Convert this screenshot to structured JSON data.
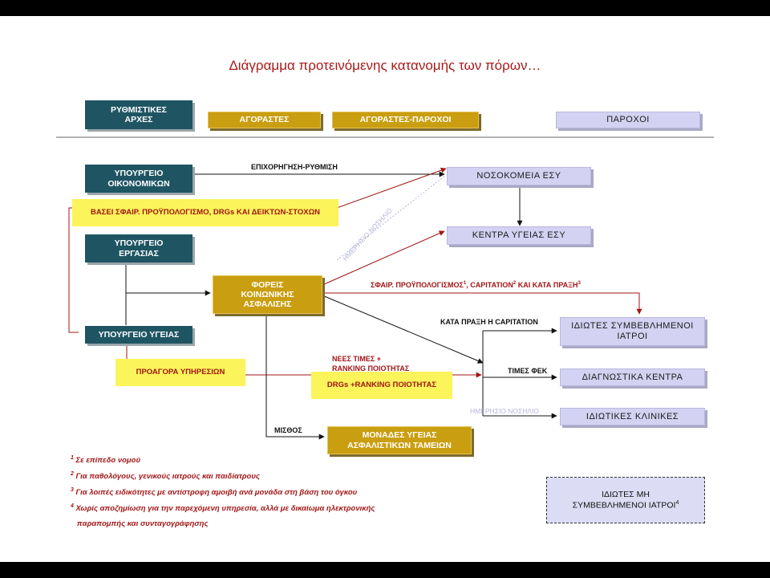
{
  "title": "Διάγραμμα προτεινόμενης κατανομής των πόρων…",
  "header": {
    "regulators": "ΡΥΘΜΙΣΤΙΚΕΣ\nΑΡΧΕΣ",
    "buyers": "ΑΓΟΡΑΣΤΕΣ",
    "buyers_providers": "ΑΓΟΡΑΣΤΕΣ-ΠΑΡΟΧΟΙ",
    "providers": "ΠΑΡΟΧΟΙ"
  },
  "boxes": {
    "ministry_finance": "ΥΠΟΥΡΓΕΙΟ\nΟΙΚΟΝΟΜΙΚΩΝ",
    "ministry_labour": "ΥΠΟΥΡΓΕΙΟ\nΕΡΓΑΣΙΑΣ",
    "ministry_health": "ΥΠΟΥΡΓΕΙΟ ΥΓΕΙΑΣ",
    "insurance_funds": "ΦΟΡΕΙΣ\nΚΟΙΝΩΝΙΚΗΣ\nΑΣΦΑΛΙΣΗΣ",
    "nhs_hospitals": "ΝΟΣΟΚΟΜΕΙΑ ΕΣΥ",
    "nhs_health_centres": "ΚΕΝΤΡΑ ΥΓΕΙΑΣ ΕΣΥ",
    "private_contracted_doctors": "ΙΔΙΩΤΕΣ ΣΥΜΒΕΒΛΗΜΕΝΟΙ\nΙΑΤΡΟΙ",
    "diagnostic_centres": "ΔΙΑΓΝΩΣΤΙΚΑ ΚΕΝΤΡΑ",
    "private_clinics": "ΙΔΙΩΤΙΚΕΣ ΚΛΙΝΙΚΕΣ",
    "fund_health_units": "ΜΟΝΑΔΕΣ ΥΓΕΙΑΣ\nΑΣΦΑΛΙΣΤΙΚΩΝ ΤΑΜΕΙΩΝ",
    "private_noncontracted_doctors": "ΙΔΙΩΤΕΣ ΜΗ\nΣΥΜΒΕΒΛΗΜΕΝΟΙ ΙΑΤΡΟΙ",
    "private_noncontracted_doctors_sup": "4"
  },
  "highlights": {
    "global_budget": "ΒΑΣΕΙ ΣΦΑΙΡ. ΠΡΟΫΠΟΛΟΓΙΣΜΟ, DRGs ΚΑΙ ΔΕΙΚΤΩΝ-ΣΤΟΧΩΝ",
    "prepurchase": "ΠΡΟΑΓΟΡΑ ΥΠΗΡΕΣΙΩΝ",
    "drgs_ranking": "DRGs +RANKING ΠΟΙΟΤΗΤΑΣ"
  },
  "labels": {
    "subsidy": "ΕΠΙΧΟΡΗΓΗΣΗ-ΡΥΘΜΙΣΗ",
    "day_care_diag": "ΗΜΕΡΗΣΙΟ ΝΟΣΗΛΙΟ",
    "global_budget_capitation_a": "ΣΦΑΙΡ. ΠΡΟΫΠΟΛΟΓΙΣΜΟΣ",
    "global_budget_capitation_a_sup": "1",
    "global_budget_capitation_b": ", CAPITATION",
    "global_budget_capitation_b_sup": "2",
    "global_budget_capitation_c": " ΚΑΙ ΚΑΤΑ ΠΡΑΞΗ",
    "global_budget_capitation_c_sup": "3",
    "fee_or_capitation": "ΚΑΤΑ ΠΡΑΞΗ Η CAPITATION",
    "new_prices": "ΝΕΕΣ ΤΙΜΕΣ  +",
    "ranking_quality": "RANKING ΠΟΙΟΤΗΤΑΣ",
    "vat_prices": "ΤΙΜΕΣ ΦΕΚ",
    "day_care_private": "ΗΜΕΡΗΣΙΟ ΝΟΣΗΛΙΟ",
    "salary": "ΜΙΣΘΟΣ"
  },
  "footnotes": [
    {
      "num": "1",
      "text": " Σε επίπεδο νομού"
    },
    {
      "num": "2",
      "text": " Για παθολόγους, γενικούς ιατρούς και παιδίατρους"
    },
    {
      "num": "3",
      "text": " Για λοιπές ειδικότητες με αντίστροφη αμοιβή ανά μονάδα στη βάση του όγκου"
    },
    {
      "num": "4",
      "text": " Χωρίς αποζημίωση για την παρεχόμενη υπηρεσία, αλλά με δικαίωμα ηλεκτρονικής"
    },
    {
      "num": "",
      "text": "   παραπομπής και συνταγογράφησης"
    }
  ],
  "colors": {
    "teal": "#1f5563",
    "gold": "#c99e10",
    "lavender": "#d3d2f2",
    "highlight": "#fbf45a",
    "red": "#a21515"
  }
}
